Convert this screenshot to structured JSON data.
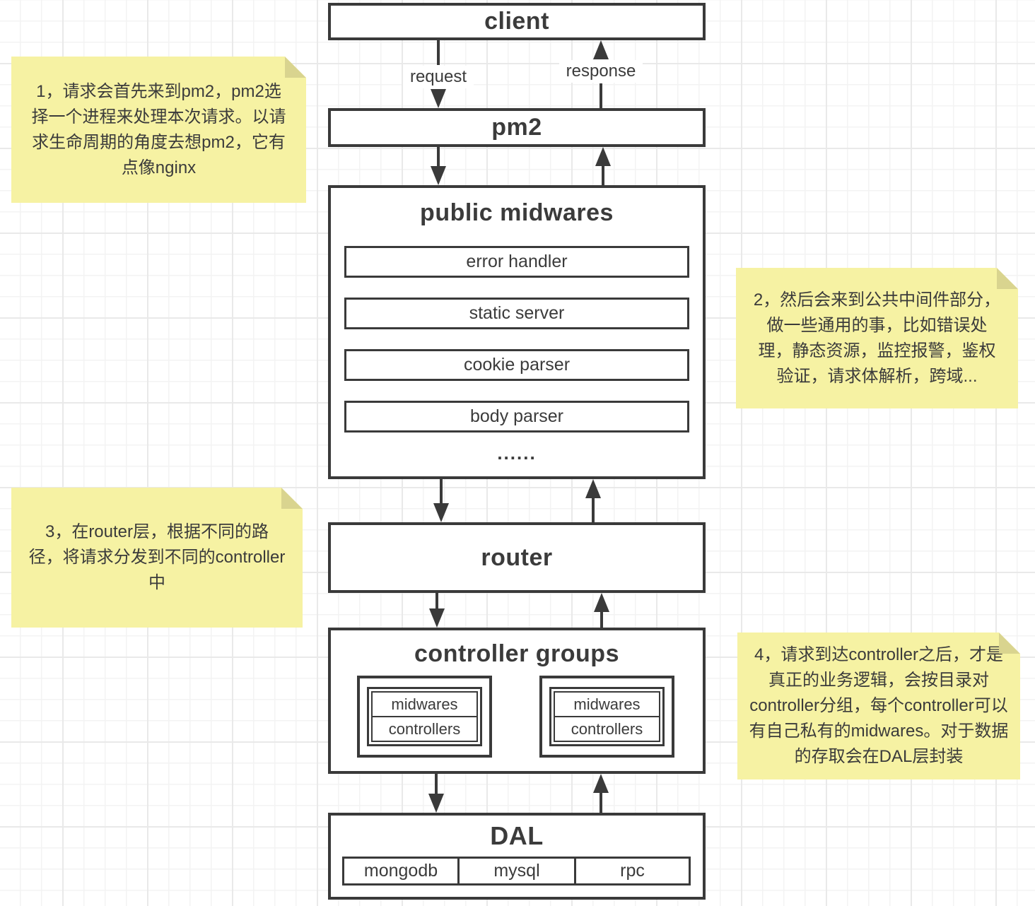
{
  "diagram": {
    "client_label": "client",
    "pm2_label": "pm2",
    "request_label": "request",
    "response_label": "response",
    "public_midwares": {
      "title": "public midwares",
      "items": [
        "error handler",
        "static server",
        "cookie parser",
        "body parser"
      ],
      "more": "......"
    },
    "router_label": "router",
    "controller_groups": {
      "title": "controller groups",
      "group1": {
        "row1": "midwares",
        "row2": "controllers"
      },
      "group2": {
        "row1": "midwares",
        "row2": "controllers"
      }
    },
    "dal": {
      "title": "DAL",
      "items": [
        "mongodb",
        "mysql",
        "rpc"
      ]
    }
  },
  "notes": {
    "note1": "1，请求会首先来到pm2，pm2选择一个进程来处理本次请求。以请求生命周期的角度去想pm2，它有点像nginx",
    "note2": "2，然后会来到公共中间件部分，做一些通用的事，比如错误处理，静态资源，监控报警，鉴权验证，请求体解析，跨域...",
    "note3": "3，在router层，根据不同的路径，将请求分发到不同的controller中",
    "note4": "4，请求到达controller之后，才是真正的业务逻辑，会按目录对controller分组，每个controller可以有自己私有的midwares。对于数据的存取会在DAL层封装"
  },
  "colors": {
    "line": "#3a3a3a",
    "note_bg": "#f6f2a3",
    "note_fold": "#d9d48f"
  }
}
